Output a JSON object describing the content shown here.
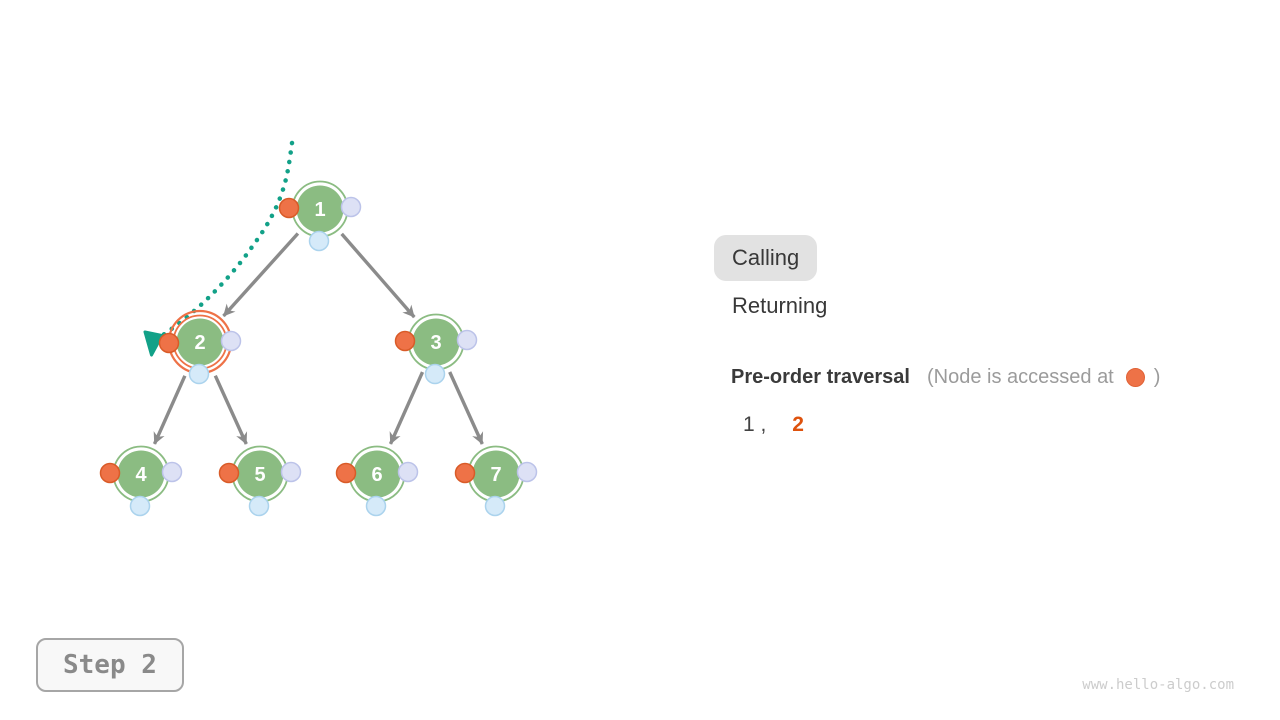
{
  "legend": {
    "calling": "Calling",
    "returning": "Returning",
    "active_state": "Calling"
  },
  "traversal": {
    "heading": "Pre-order traversal",
    "note_prefix": "(Node is accessed at",
    "note_suffix": ")",
    "visited_text": "1 ,",
    "current_text": "2"
  },
  "tree": {
    "nodes": [
      {
        "label": "1"
      },
      {
        "label": "2"
      },
      {
        "label": "3"
      },
      {
        "label": "4"
      },
      {
        "label": "5"
      },
      {
        "label": "6"
      },
      {
        "label": "7"
      }
    ],
    "edges": [
      "1-2",
      "1-3",
      "2-4",
      "2-5",
      "3-6",
      "3-7"
    ],
    "current_node": "2"
  },
  "step": {
    "label": "Step 2"
  },
  "watermark": "www.hello-algo.com",
  "colors": {
    "node_fill": "#8bbc82",
    "node_ring": "#8bbc82",
    "access_dot": "#ee7247",
    "access_dot_border": "#d95b28",
    "current_ring": "#ee7247",
    "right_dot": "#dde1f5",
    "right_dot_border": "#bcc3e9",
    "bottom_dot": "#d5eaf9",
    "bottom_dot_border": "#abd3ed",
    "pointer_teal": "#12a188",
    "edge_gray": "#8b8b8b",
    "badge_bg": "#e2e2e2",
    "text_dark": "#383838",
    "text_gray": "#9b9b9b",
    "sequence_current": "#de520d"
  }
}
